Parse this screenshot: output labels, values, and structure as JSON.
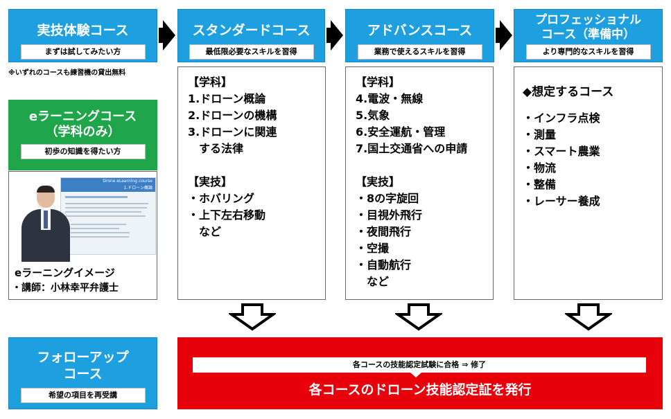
{
  "top_left_label": "",
  "courses": {
    "trial": {
      "title": "実技体験コース",
      "sub": "まずは試してみたい方"
    },
    "standard": {
      "title": "スタンダードコース",
      "sub": "最低限必要なスキルを習得"
    },
    "advanced": {
      "title": "アドバンスコース",
      "sub": "業務で使えるスキルを習得"
    },
    "pro": {
      "title1": "プロフェッショナル",
      "title2": "コース（準備中）",
      "sub": "より専門的なスキルを習得"
    },
    "elearning": {
      "title1": "eラーニングコース",
      "title2": "（学科のみ）",
      "sub": "初歩の知識を得たい方"
    },
    "followup": {
      "title1": "フォローアップ",
      "title2": "コース",
      "sub": "希望の項目を再受講"
    }
  },
  "note": "※いずれのコースも練習機の貸出無料",
  "standard_panel": [
    "【学科】",
    "1.ドローン概論",
    "2.ドローンの機構",
    "3.ドローンに関連",
    "　する法律",
    "",
    "【実技】",
    "・ホバリング",
    "・上下左右移動",
    "　など"
  ],
  "advanced_panel": [
    "【学科】",
    "4.電波・無線",
    "5.気象",
    "6.安全運航・管理",
    "7.国土交通省への申請",
    "",
    "【実技】",
    "・8の字旋回",
    "・目視外飛行",
    "・夜間飛行",
    "・空撮",
    "・自動航行",
    "　など"
  ],
  "pro_panel": {
    "heading": "◆想定するコース",
    "items": [
      "・インフラ点検",
      "・測量",
      "・スマート農業",
      "・物流",
      "・整備",
      "・レーサー養成"
    ]
  },
  "elearning_image": {
    "slide_header1": "Drone eLearning course",
    "slide_header2": "1.ドローン概論",
    "caption1": "eラーニングイメージ",
    "caption2": "・講師：小林幸平弁護士"
  },
  "certificate": {
    "condition": "各コースの技能認定試験に合格 ⇒ 修了",
    "result": "各コースのドローン技能認定証を発行"
  },
  "colors": {
    "blue": "#1ea0e0",
    "green": "#1fa64b",
    "red": "#e8000b"
  }
}
